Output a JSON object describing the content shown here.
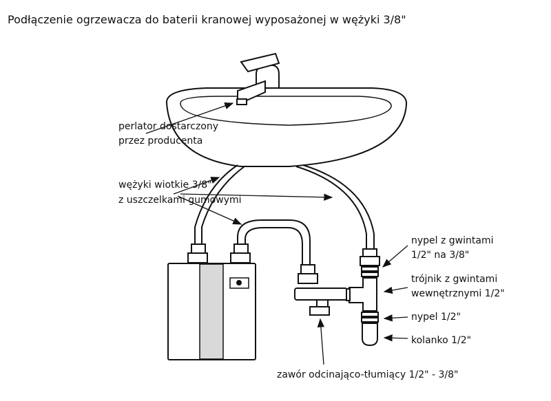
{
  "title": "Podłączenie ogrzewacza do baterii kranowej wyposażonej w wężyki 3/8\"",
  "labels": {
    "aerator": [
      "perlator dostarczony",
      "przez producenta"
    ],
    "hoses": [
      "wężyki wiotkie 3/8\"",
      "z uszczelkami gumowymi"
    ],
    "nipple_reducer": [
      "nypel z gwintami",
      "1/2\" na 3/8\""
    ],
    "tee": [
      "trójnik z gwintami",
      "wewnętrznymi 1/2\""
    ],
    "nipple": "nypel 1/2\"",
    "elbow": "kolanko 1/2\"",
    "valve": "zawór odcinająco-tłumiący 1/2\" - 3/8\""
  },
  "colors": {
    "line": "#111111",
    "stripe": "#d9d9d9"
  }
}
